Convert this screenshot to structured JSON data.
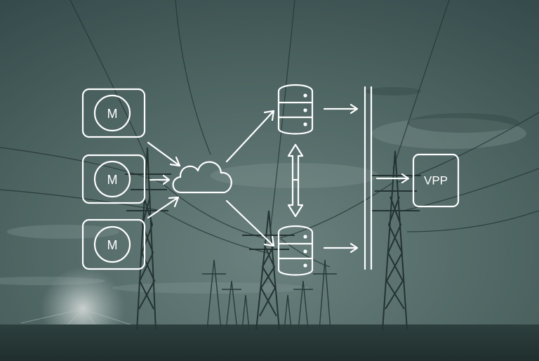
{
  "diagram": {
    "meters": [
      {
        "label": "M"
      },
      {
        "label": "M"
      },
      {
        "label": "M"
      }
    ],
    "cloud": {
      "icon": "cloud-icon"
    },
    "servers": [
      {
        "icon": "database-server-icon"
      },
      {
        "icon": "database-server-icon"
      }
    ],
    "sync": {
      "icon": "double-arrow-icon"
    },
    "bus": {
      "icon": "bus-bar"
    },
    "vpp": {
      "label": "VPP"
    }
  },
  "colors": {
    "background": "#3f5554",
    "sky_light": "#8a9e9c",
    "line": "#ffffff",
    "tower": "#1f2d2c"
  }
}
